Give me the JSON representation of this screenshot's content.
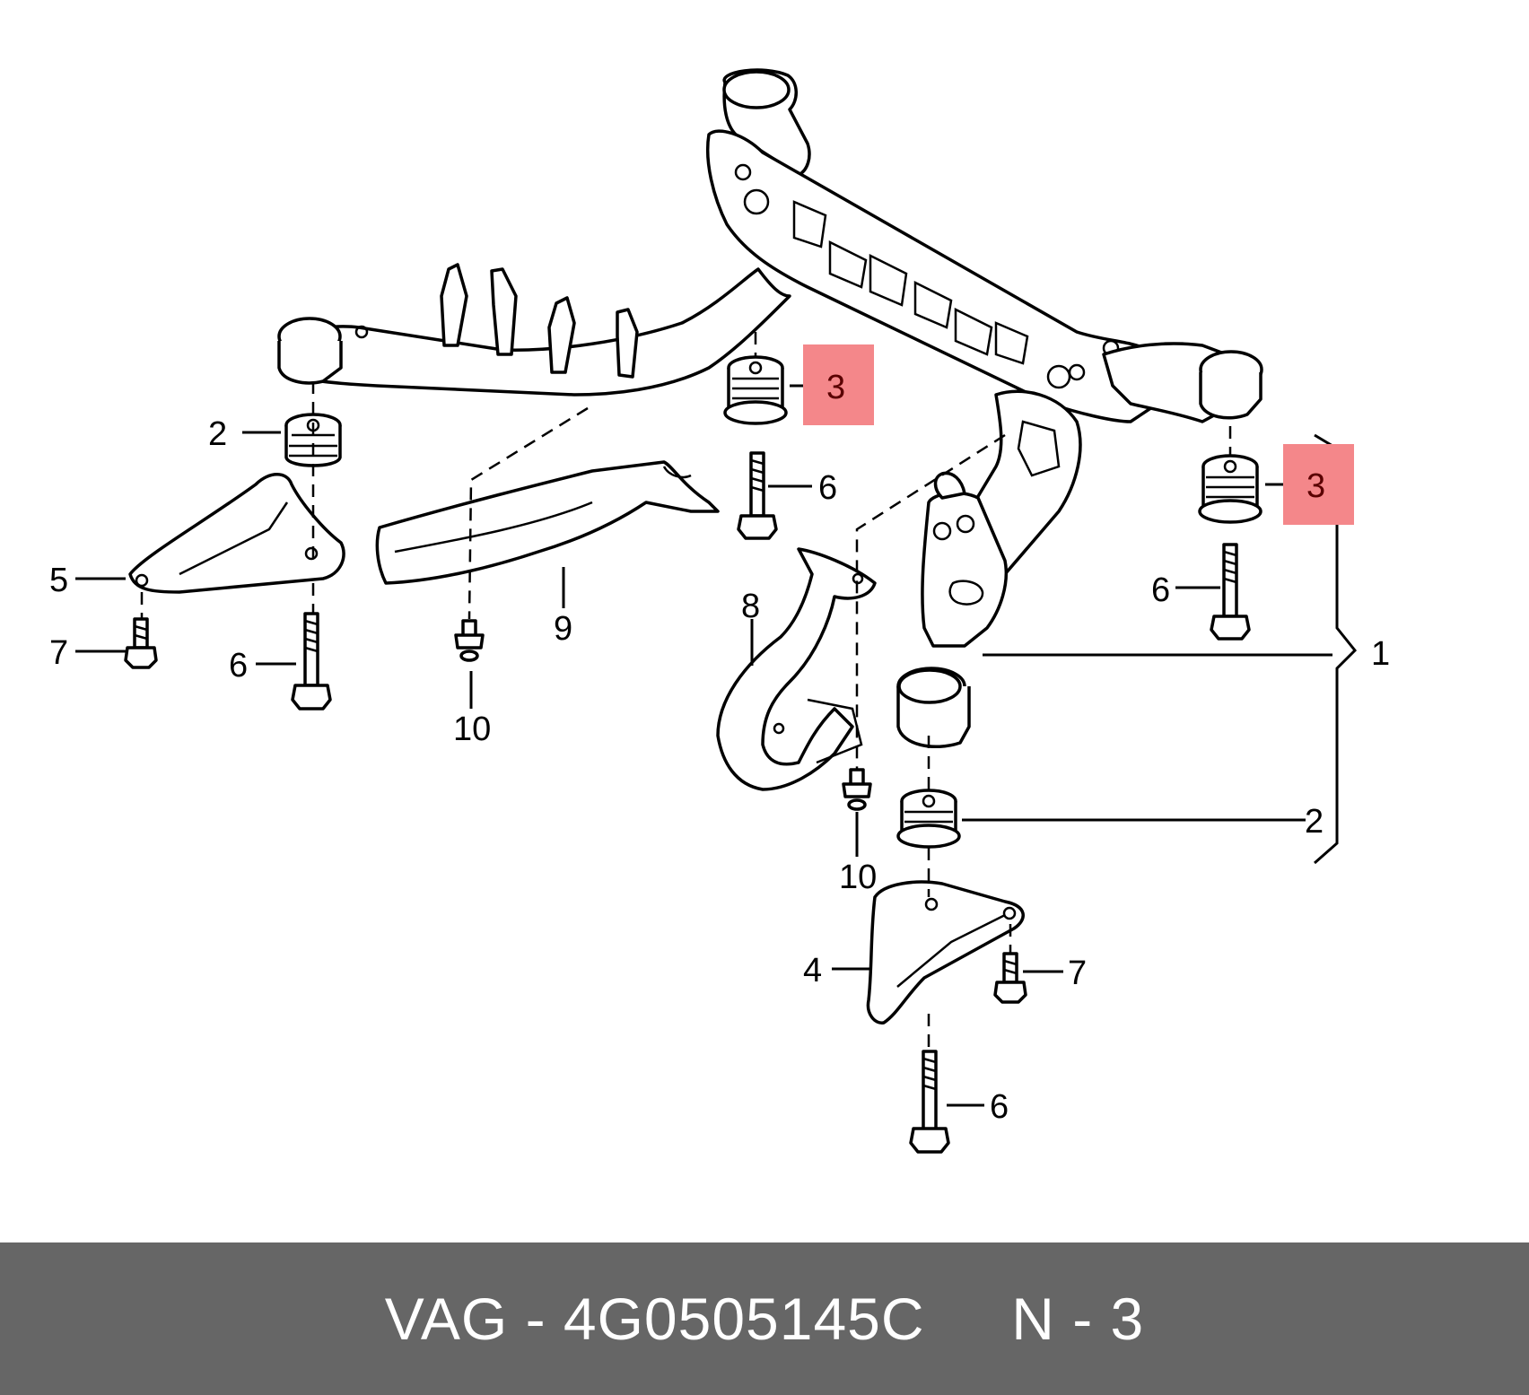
{
  "colors": {
    "footer_background": "#666666",
    "footer_text": "#ffffff",
    "highlight": "#f4878a",
    "line": "#000000",
    "background": "#ffffff"
  },
  "callouts": {
    "c1": "1",
    "c2_left": "2",
    "c2_right": "2",
    "c3_center": "3",
    "c3_right": "3",
    "c4": "4",
    "c5": "5",
    "c6_left": "6",
    "c6_center": "6",
    "c6_right": "6",
    "c6_bottom": "6",
    "c7_left": "7",
    "c7_right": "7",
    "c8": "8",
    "c9": "9",
    "c10_left": "10",
    "c10_right": "10"
  },
  "highlighted_callouts": [
    "c3_center",
    "c3_right"
  ],
  "footer": {
    "text": "VAG - 4G0505145C     N - 3"
  }
}
